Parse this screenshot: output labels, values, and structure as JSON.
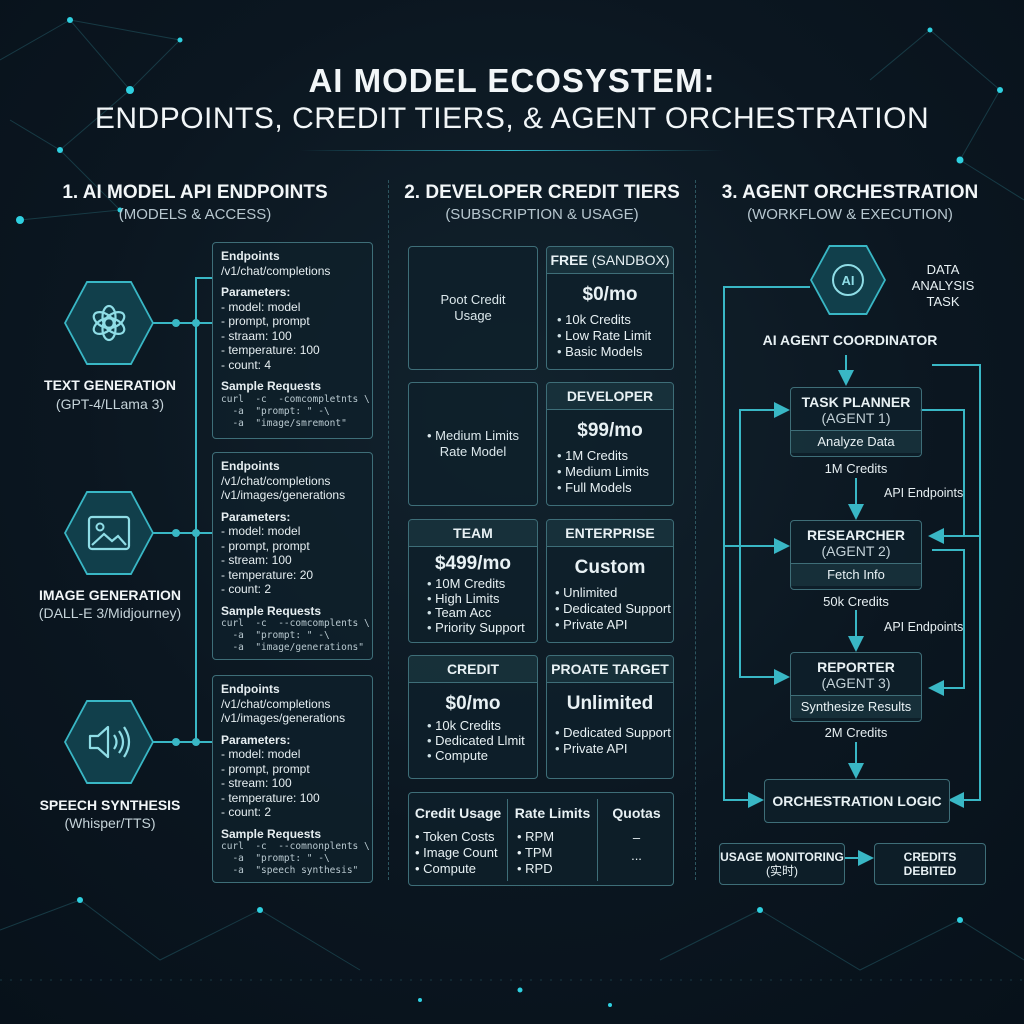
{
  "title": {
    "line1": "AI MODEL ECOSYSTEM:",
    "line2": "ENDPOINTS, CREDIT TIERS, & AGENT ORCHESTRATION"
  },
  "sections": [
    {
      "heading": "1. AI MODEL API ENDPOINTS",
      "sub": "(MODELS & ACCESS)"
    },
    {
      "heading": "2. DEVELOPER CREDIT TIERS",
      "sub": "(SUBSCRIPTION & USAGE)"
    },
    {
      "heading": "3. AGENT ORCHESTRATION",
      "sub": "(WORKFLOW & EXECUTION)"
    }
  ],
  "generators": [
    {
      "label": "TEXT GENERATION",
      "sub": "(GPT-4/LLama 3)",
      "icon": "openai-logo-icon"
    },
    {
      "label": "IMAGE GENERATION",
      "sub": "(DALL-E 3/Midjourney)",
      "icon": "image-icon"
    },
    {
      "label": "SPEECH SYNTHESIS",
      "sub": "(Whisper/TTS)",
      "icon": "speaker-icon"
    }
  ],
  "endpoint_cards": [
    {
      "endpoints_label": "Endpoints",
      "endpoints": [
        "/v1/chat/completions"
      ],
      "params_label": "Parameters:",
      "params": [
        "- model: model",
        "- prompt, prompt",
        "- straam: 100",
        "- temperature: 100",
        "- count: 4"
      ],
      "samples_label": "Sample Requests",
      "samples": [
        "curl  -c  -comcompletnts \\",
        "  -a  \"prompt: \" -\\",
        "  -a  \"image/smremont\""
      ]
    },
    {
      "endpoints_label": "Endpoints",
      "endpoints": [
        "/v1/chat/completions",
        "/v1/images/generations"
      ],
      "params_label": "Parameters:",
      "params": [
        "- model: model",
        "- prompt, prompt",
        "- stream: 100",
        "- temperature: 20",
        "- count: 2"
      ],
      "samples_label": "Sample Requests",
      "samples": [
        "curl  -c  --comcomplents \\",
        "  -a  \"prompt: \" -\\",
        "  -a  \"image/generations\""
      ]
    },
    {
      "endpoints_label": "Endpoints",
      "endpoints": [
        "/v1/chat/completions",
        "/v1/images/generations"
      ],
      "params_label": "Parameters:",
      "params": [
        "- model: model",
        "- prompt, prompt",
        "- stream: 100",
        "- temperature: 100",
        "- count: 2"
      ],
      "samples_label": "Sample Requests",
      "samples": [
        "curl  -c  --comnonplents \\",
        "  -a  \"prompt: \" -\\",
        "  -a  \"speech synthesis\""
      ]
    }
  ],
  "tiers": {
    "pool_usage": "Poot Credit Usage",
    "medium_limits": "• Medium Limits Rate Model",
    "free": {
      "name": "FREE",
      "name_suffix": "(SANDBOX)",
      "price": "$0/mo",
      "features": [
        "10k Credits",
        "Low Rate Limit",
        "Basic Models"
      ]
    },
    "developer": {
      "name": "DEVELOPER",
      "price": "$99/mo",
      "features": [
        "1M Credits",
        "Medium Limits",
        "Full Models"
      ]
    },
    "team": {
      "name": "TEAM",
      "price": "$499/mo",
      "features": [
        "10M Credits",
        "High Limits",
        "Team Acc",
        "Priority Support"
      ]
    },
    "enterprise": {
      "name": "ENTERPRISE",
      "price": "Custom",
      "features": [
        "Unlimited",
        "Dedicated Support",
        "Private API"
      ]
    },
    "credit": {
      "name": "CREDIT",
      "price": "$0/mo",
      "features": [
        "10k Credits",
        "Dedicated Llmit",
        "Compute"
      ]
    },
    "private_target": {
      "name": "PROATE TARGET",
      "price": "Unlimited",
      "features": [
        "Dedicated Support",
        "Private API"
      ]
    },
    "usage_table": {
      "headers": [
        "Credit Usage",
        "Rate Limits",
        "Quotas"
      ],
      "col1": [
        "Token Costs",
        "Image Count",
        "Compute"
      ],
      "col2": [
        "RPM",
        "TPM",
        "RPD"
      ],
      "col3": [
        "–",
        "..."
      ]
    }
  },
  "orchestration": {
    "coordinator_icon_text": "AI",
    "input_label": "DATA ANALYSIS TASK",
    "coordinator": "AI AGENT COORDINATOR",
    "agents": [
      {
        "name": "TASK PLANNER",
        "sub": "(AGENT 1)",
        "task": "Analyze Data",
        "credits": "1M Credits"
      },
      {
        "name": "RESEARCHER",
        "sub": "(AGENT 2)",
        "task": "Fetch Info",
        "credits": "50k Credits"
      },
      {
        "name": "REPORTER",
        "sub": "(AGENT 3)",
        "task": "Synthesize Results",
        "credits": "2M Credits"
      }
    ],
    "api_endpoints_labels": [
      "API Endpoints",
      "API Endpoints"
    ],
    "logic": "ORCHESTRATION LOGIC",
    "usage_monitoring": "USAGE MONITORING",
    "usage_monitoring_sub": "(实时)",
    "credits_debited": "CREDITS DEBITED"
  },
  "colors": {
    "accent": "#39b7c5",
    "background": "#0b1620",
    "border": "#3e6e78"
  }
}
